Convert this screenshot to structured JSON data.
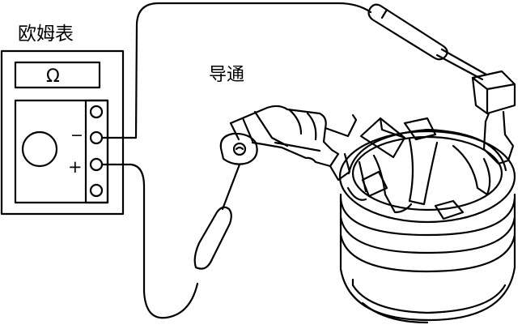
{
  "meter": {
    "title": "欧姆表",
    "unit_symbol": "Ω",
    "negative_terminal": "−",
    "positive_terminal": "+"
  },
  "status": {
    "continuity_label": "导通"
  },
  "colors": {
    "stroke": "#000000",
    "background": "#ffffff"
  }
}
